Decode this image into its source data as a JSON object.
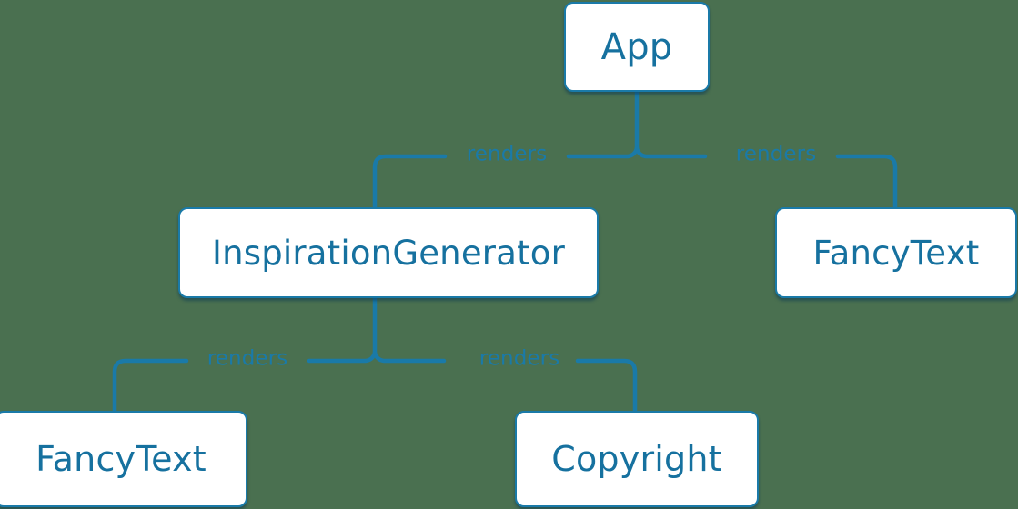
{
  "diagram": {
    "type": "component-tree",
    "background_color": "#4a7050",
    "node_fill_color": "#ffffff",
    "node_border_color": "#1a7aa8",
    "node_text_color": "#16719f",
    "connector_color": "#1a7aa8",
    "edge_label_color": "#1a7aa8",
    "nodes": [
      {
        "id": "app",
        "label": "App"
      },
      {
        "id": "inspiration_generator",
        "label": "InspirationGenerator"
      },
      {
        "id": "fancytext_right",
        "label": "FancyText"
      },
      {
        "id": "fancytext_left",
        "label": "FancyText"
      },
      {
        "id": "copyright",
        "label": "Copyright"
      }
    ],
    "edges": [
      {
        "from": "app",
        "to": "inspiration_generator",
        "label": "renders"
      },
      {
        "from": "app",
        "to": "fancytext_right",
        "label": "renders"
      },
      {
        "from": "inspiration_generator",
        "to": "fancytext_left",
        "label": "renders"
      },
      {
        "from": "inspiration_generator",
        "to": "copyright",
        "label": "renders"
      }
    ],
    "edge_labels": [
      {
        "id": "app-to-inspiration",
        "text": "renders"
      },
      {
        "id": "app-to-fancytext-right",
        "text": "renders"
      },
      {
        "id": "inspiration-to-fancytext-left",
        "text": "renders"
      },
      {
        "id": "inspiration-to-copyright",
        "text": "renders"
      }
    ]
  }
}
